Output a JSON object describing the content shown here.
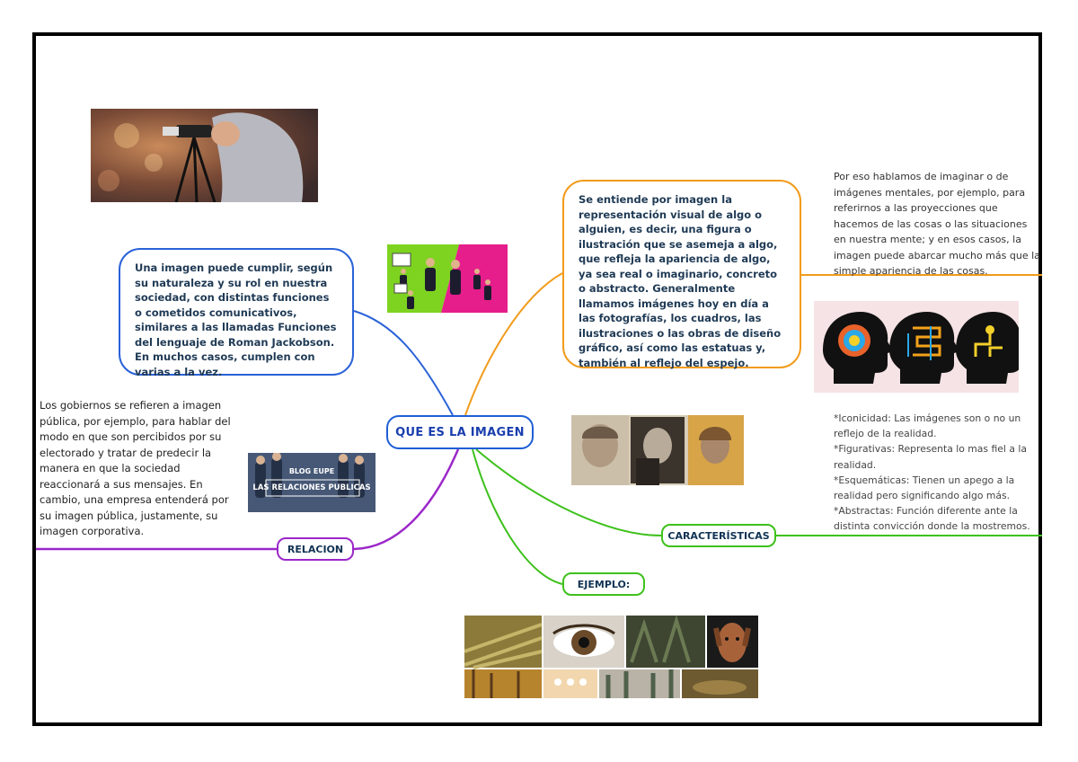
{
  "center": {
    "label": "QUE ES LA IMAGEN"
  },
  "left_bubble": {
    "text": "Una imagen puede cumplir, según su naturaleza y su rol en nuestra sociedad, con distintas funciones o cometidos comunicativos, similares a las llamadas Funciones del lenguaje de Roman Jackobson. En muchos casos, cumplen con varias a la vez."
  },
  "right_bubble": {
    "text": "Se entiende por imagen la representación visual de algo o alguien, es decir, una figura o ilustración que se asemeja a algo, que refleja la apariencia de algo, ya sea real o imaginario, concreto o abstracto. Generalmente llamamos imágenes hoy en día a las fotografías, los cuadros, las ilustraciones o las obras de diseño gráfico, así como las estatuas y, también al reflejo del espejo."
  },
  "right_text": {
    "text": "Por eso hablamos de imaginar o de imágenes mentales, por ejemplo, para referirnos a las proyecciones que hacemos de las cosas o las situaciones en nuestra mente; y en esos casos, la imagen puede abarcar mucho más que la simple apariencia de las cosas."
  },
  "relacion": {
    "label": "RELACION",
    "text": "Los gobiernos se refieren a imagen pública, por ejemplo, para hablar del modo en que son percibidos por su electorado y tratar de predecir la manera en que la sociedad reaccionará a sus mensajes. En cambio, una empresa entenderá por su imagen pública, justamente, su imagen corporativa.",
    "image_caption_top": "BLOG EUPE",
    "image_caption": "LAS RELACIONES PUBLICAS"
  },
  "caracteristicas": {
    "label": "CARACTERÍSTICAS",
    "items": [
      "*Iconicidad: Las imágenes son o no un reflejo de la realidad.",
      "*Figurativas: Representa lo mas fiel a la realidad.",
      "*Esquemáticas: Tienen un apego a la realidad pero significando algo más.",
      "*Abstractas: Función diferente ante la distinta convicción donde la mostremos."
    ]
  },
  "ejemplo": {
    "label": "EJEMPLO:"
  },
  "colors": {
    "blue": "#2a62d8",
    "orange": "#f19b1b",
    "purple": "#9c27c9",
    "green": "#3ec11c"
  },
  "images": {
    "photographer": "photographer-photo",
    "business": "business-people-illustration",
    "heads": "brain-heads-illustration",
    "portraits": "portraits-gallery-photo",
    "relaciones": "public-relations-photo",
    "collage": "example-photo-collage"
  }
}
